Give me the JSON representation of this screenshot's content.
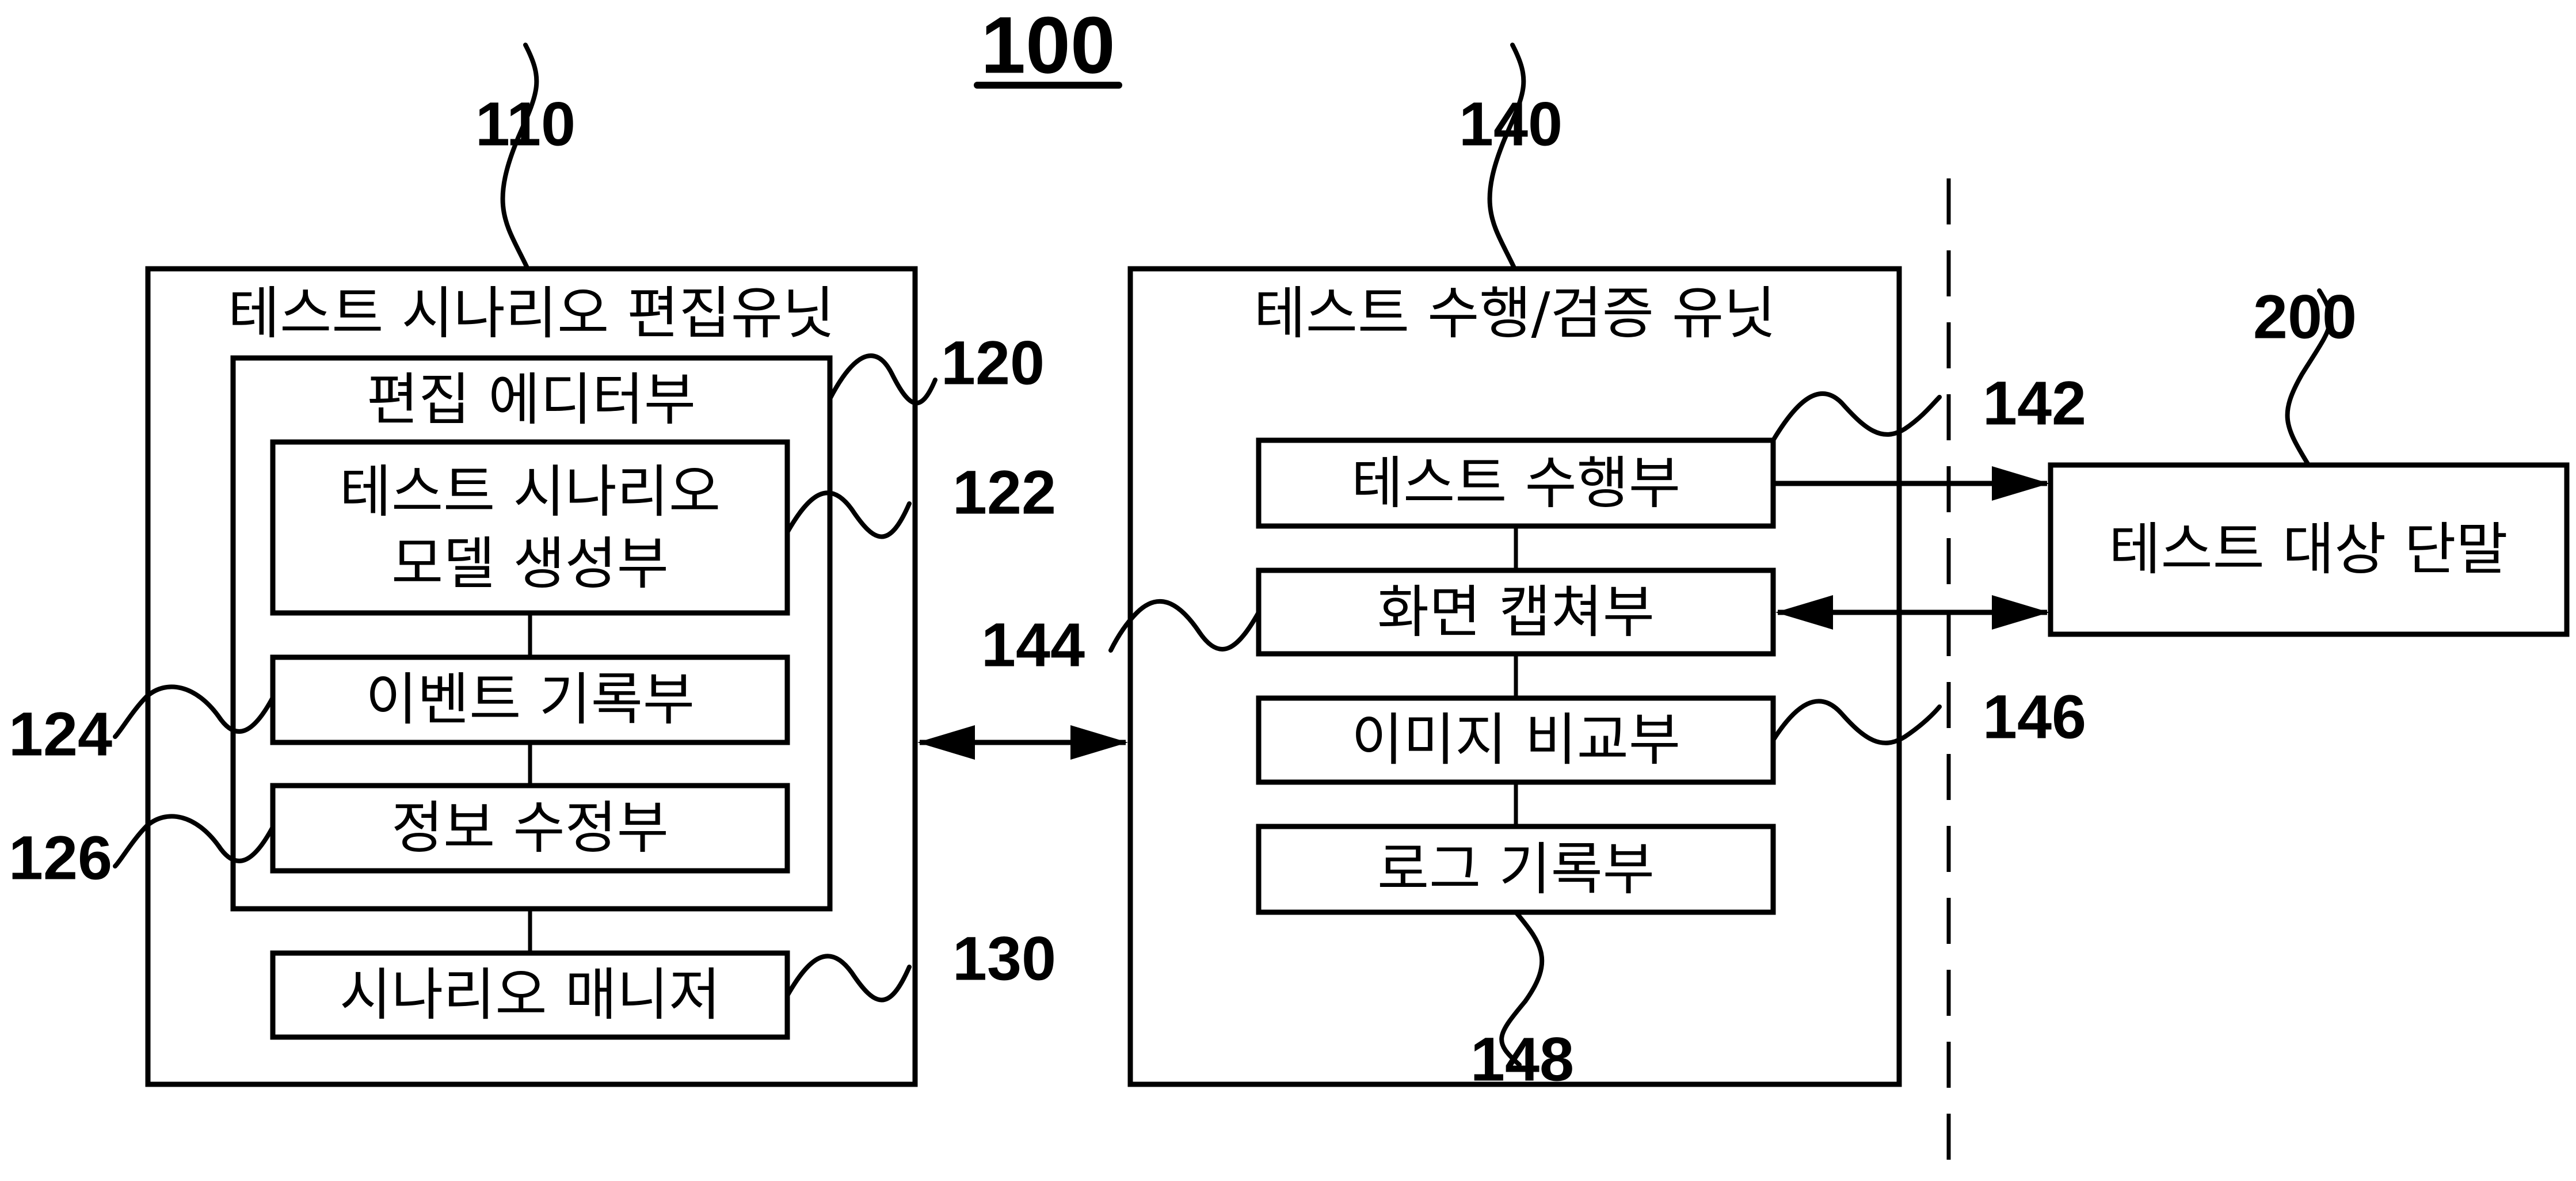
{
  "figure": {
    "title_ref": "100",
    "units": {
      "editing_unit": {
        "ref": "110",
        "label": "테스트 시나리오 편집유닛"
      },
      "editor": {
        "ref": "120",
        "label": "편집 에디터부"
      },
      "model_gen": {
        "ref": "122",
        "label_line1": "테스트 시나리오",
        "label_line2": "모델 생성부"
      },
      "event_rec": {
        "ref": "124",
        "label": "이벤트 기록부"
      },
      "info_mod": {
        "ref": "126",
        "label": "정보 수정부"
      },
      "scenario_mgr": {
        "ref": "130",
        "label": "시나리오 매니저"
      },
      "exec_unit": {
        "ref": "140",
        "label": "테스트 수행/검증 유닛"
      },
      "test_exec": {
        "ref": "142",
        "label": "테스트 수행부"
      },
      "screen_cap": {
        "ref": "144",
        "label": "화면 캡쳐부"
      },
      "image_cmp": {
        "ref": "146",
        "label": "이미지 비교부"
      },
      "log_rec": {
        "ref": "148",
        "label": "로그 기록부"
      },
      "target": {
        "ref": "200",
        "label": "테스트 대상 단말"
      }
    }
  }
}
